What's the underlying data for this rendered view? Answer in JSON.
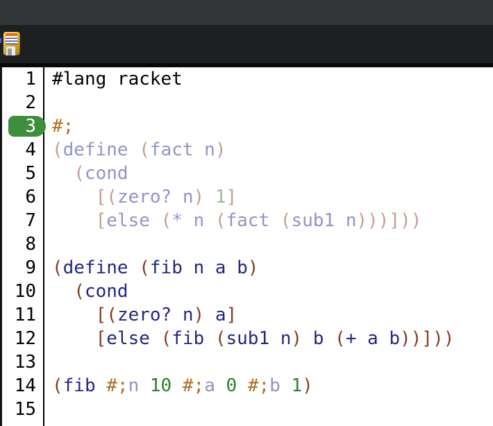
{
  "window": {
    "app": "DrRacket-style editor"
  },
  "toolbar": {
    "save_icon": "floppy-disk-save-icon"
  },
  "colors": {
    "titlebar_bg": "#353637",
    "toolbar_bg": "#1e1f20",
    "editor_bg": "#ffffff",
    "gutter_text": "#000000",
    "divider": "#000000",
    "highlight_badge": "#3f8e3c",
    "highlight_text": "#ffffff",
    "plain": "#000000",
    "id": "#262680",
    "paren": "#843c24",
    "num": "#298026",
    "comment": "#b06d22",
    "fid": "#9494c6",
    "fparen": "#c49e92",
    "fnum": "#94bf92"
  },
  "editor": {
    "highlighted_line": "3",
    "lines": [
      {
        "n": "1",
        "tokens": [
          {
            "t": "#lang racket",
            "c": "plain"
          }
        ]
      },
      {
        "n": "2",
        "tokens": []
      },
      {
        "n": "3",
        "tokens": [
          {
            "t": "#;",
            "c": "comment"
          }
        ]
      },
      {
        "n": "4",
        "tokens": [
          {
            "t": "(",
            "c": "fparen"
          },
          {
            "t": "define ",
            "c": "fid"
          },
          {
            "t": "(",
            "c": "fparen"
          },
          {
            "t": "fact n",
            "c": "fid"
          },
          {
            "t": ")",
            "c": "fparen"
          }
        ]
      },
      {
        "n": "5",
        "tokens": [
          {
            "t": "  ",
            "c": "plain"
          },
          {
            "t": "(",
            "c": "fparen"
          },
          {
            "t": "cond",
            "c": "fid"
          }
        ]
      },
      {
        "n": "6",
        "tokens": [
          {
            "t": "    ",
            "c": "plain"
          },
          {
            "t": "[(",
            "c": "fparen"
          },
          {
            "t": "zero? n",
            "c": "fid"
          },
          {
            "t": ")",
            "c": "fparen"
          },
          {
            "t": " ",
            "c": "plain"
          },
          {
            "t": "1",
            "c": "fnum"
          },
          {
            "t": "]",
            "c": "fparen"
          }
        ]
      },
      {
        "n": "7",
        "tokens": [
          {
            "t": "    ",
            "c": "plain"
          },
          {
            "t": "[",
            "c": "fparen"
          },
          {
            "t": "else ",
            "c": "fid"
          },
          {
            "t": "(",
            "c": "fparen"
          },
          {
            "t": "* n ",
            "c": "fid"
          },
          {
            "t": "(",
            "c": "fparen"
          },
          {
            "t": "fact ",
            "c": "fid"
          },
          {
            "t": "(",
            "c": "fparen"
          },
          {
            "t": "sub1 n",
            "c": "fid"
          },
          {
            "t": ")))]))",
            "c": "fparen"
          }
        ]
      },
      {
        "n": "8",
        "tokens": []
      },
      {
        "n": "9",
        "tokens": [
          {
            "t": "(",
            "c": "paren"
          },
          {
            "t": "define ",
            "c": "id"
          },
          {
            "t": "(",
            "c": "paren"
          },
          {
            "t": "fib n a b",
            "c": "id"
          },
          {
            "t": ")",
            "c": "paren"
          }
        ]
      },
      {
        "n": "10",
        "tokens": [
          {
            "t": "  ",
            "c": "plain"
          },
          {
            "t": "(",
            "c": "paren"
          },
          {
            "t": "cond",
            "c": "id"
          }
        ]
      },
      {
        "n": "11",
        "tokens": [
          {
            "t": "    ",
            "c": "plain"
          },
          {
            "t": "[(",
            "c": "paren"
          },
          {
            "t": "zero? n",
            "c": "id"
          },
          {
            "t": ")",
            "c": "paren"
          },
          {
            "t": " a",
            "c": "id"
          },
          {
            "t": "]",
            "c": "paren"
          }
        ]
      },
      {
        "n": "12",
        "tokens": [
          {
            "t": "    ",
            "c": "plain"
          },
          {
            "t": "[",
            "c": "paren"
          },
          {
            "t": "else ",
            "c": "id"
          },
          {
            "t": "(",
            "c": "paren"
          },
          {
            "t": "fib ",
            "c": "id"
          },
          {
            "t": "(",
            "c": "paren"
          },
          {
            "t": "sub1 n",
            "c": "id"
          },
          {
            "t": ")",
            "c": "paren"
          },
          {
            "t": " b ",
            "c": "id"
          },
          {
            "t": "(",
            "c": "paren"
          },
          {
            "t": "+ a b",
            "c": "id"
          },
          {
            "t": "))]))",
            "c": "paren"
          }
        ]
      },
      {
        "n": "13",
        "tokens": []
      },
      {
        "n": "14",
        "tokens": [
          {
            "t": "(",
            "c": "paren"
          },
          {
            "t": "fib ",
            "c": "id"
          },
          {
            "t": "#;",
            "c": "comment"
          },
          {
            "t": "n",
            "c": "fid"
          },
          {
            "t": " ",
            "c": "plain"
          },
          {
            "t": "10",
            "c": "num"
          },
          {
            "t": " ",
            "c": "plain"
          },
          {
            "t": "#;",
            "c": "comment"
          },
          {
            "t": "a",
            "c": "fid"
          },
          {
            "t": " ",
            "c": "plain"
          },
          {
            "t": "0",
            "c": "num"
          },
          {
            "t": " ",
            "c": "plain"
          },
          {
            "t": "#;",
            "c": "comment"
          },
          {
            "t": "b",
            "c": "fid"
          },
          {
            "t": " ",
            "c": "plain"
          },
          {
            "t": "1",
            "c": "num"
          },
          {
            "t": ")",
            "c": "paren"
          }
        ]
      },
      {
        "n": "15",
        "tokens": []
      }
    ]
  }
}
